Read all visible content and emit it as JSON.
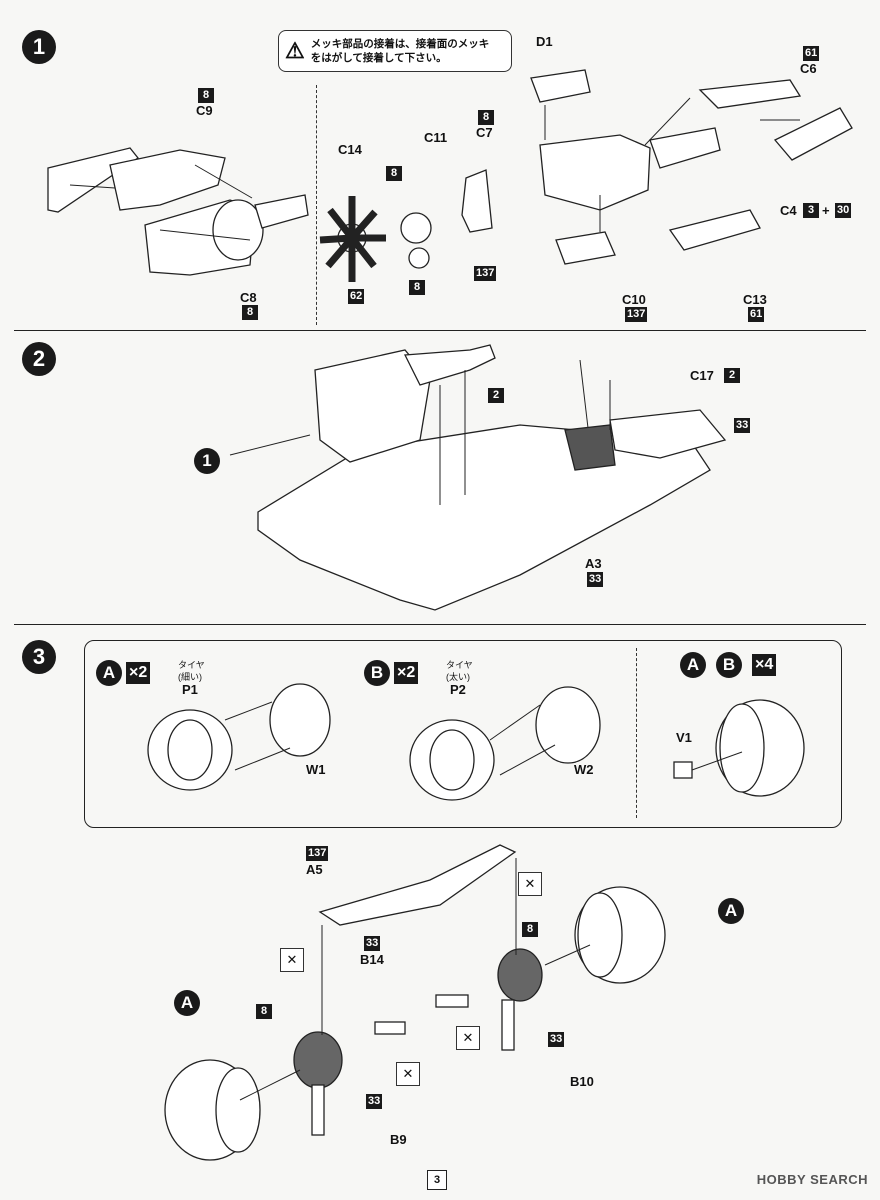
{
  "notice": "メッキ部品の接着は、接着面のメッキをはがして接着して下さい。",
  "steps": [
    "1",
    "2",
    "3"
  ],
  "step1": {
    "parts": [
      "D1",
      "C9",
      "C7",
      "C11",
      "C14",
      "C8",
      "C10",
      "C13",
      "C6",
      "C4"
    ],
    "paints": [
      "8",
      "8",
      "8",
      "137",
      "62",
      "8",
      "8",
      "137",
      "61",
      "61",
      "3",
      "30"
    ],
    "plus": "+"
  },
  "step2": {
    "refs": [
      "1",
      "2"
    ],
    "parts": [
      "C17",
      "A3"
    ],
    "paints": [
      "2",
      "33",
      "33"
    ]
  },
  "step3": {
    "tire_a": {
      "mark": "A",
      "qty": "×2",
      "jp": "タイヤ",
      "jp_sub": "(細い)",
      "tire": "P1",
      "wheel": "W1"
    },
    "tire_b": {
      "mark": "B",
      "qty": "×2",
      "jp": "タイヤ",
      "jp_sub": "(太い)",
      "tire": "P2",
      "wheel": "W2"
    },
    "hub": {
      "marks": [
        "A",
        "B"
      ],
      "qty": "×4",
      "part": "V1"
    },
    "parts": [
      "A5",
      "B14",
      "B10",
      "B9"
    ],
    "paints": [
      "137",
      "33",
      "8",
      "8",
      "33",
      "33"
    ],
    "wheel_refs": [
      "A",
      "A"
    ]
  },
  "page_number": "3",
  "watermark": "HOBBY SEARCH"
}
